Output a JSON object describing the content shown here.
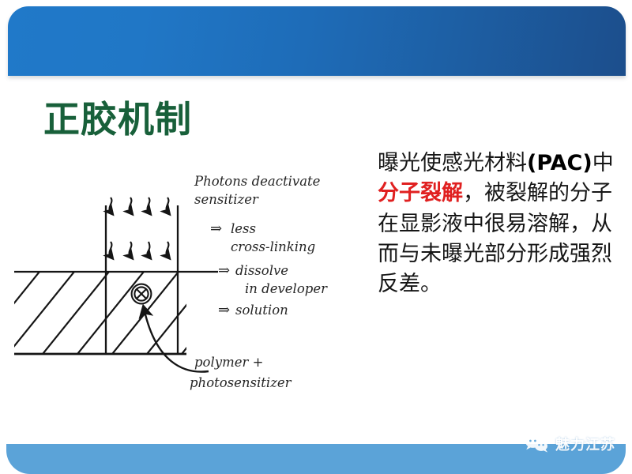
{
  "slide": {
    "title": "正胶机制",
    "title_color": "#18603a",
    "background_color": "#ffffff"
  },
  "header": {
    "gradient_start": "#2079c9",
    "gradient_end": "#1c4e8c"
  },
  "body_text": {
    "segments": [
      {
        "text": "曝光使感光材料",
        "style": "normal"
      },
      {
        "text": "(PAC)",
        "style": "bold"
      },
      {
        "text": "中",
        "style": "normal"
      },
      {
        "text": "分子裂解",
        "style": "red-bold"
      },
      {
        "text": "，被裂解的分子在显影液中很易溶解，从而与未曝光部分形成强烈反差。",
        "style": "normal"
      }
    ],
    "plain": "曝光使感光材料(PAC)中分子裂解，被裂解的分子在显影液中很易溶解，从而与未曝光部分形成强烈反差。",
    "accent_color": "#e02020"
  },
  "diagram": {
    "caption_top": "Photons  deactivate sensitizer",
    "labels": [
      {
        "id": "photons",
        "line1": "Photons  deactivate",
        "line2": "sensitizer"
      },
      {
        "id": "less-cross-linking",
        "arrow": "⇒",
        "line1": "less",
        "line2": "cross-linking"
      },
      {
        "id": "dissolve",
        "arrow": "⇒",
        "line1": "dissolve",
        "line2": "in developer"
      },
      {
        "id": "solution",
        "arrow": "⇒",
        "line1": "solution",
        "line2": ""
      },
      {
        "id": "polymer",
        "line1": "polymer +",
        "line2": "photosensitizer"
      }
    ],
    "photon_arrow_rows": 2,
    "photon_arrows_per_row": 4,
    "symbol": "⊗",
    "line_color": "#1a1a1a"
  },
  "footer": {
    "band_color": "#5ba3d8",
    "watermark_text": "魅力江苏",
    "watermark_icon": "wechat-bubble-icon"
  }
}
